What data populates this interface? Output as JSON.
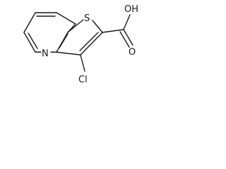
{
  "molecule": {
    "atoms": {
      "sulfur": "S",
      "nitrogen": "N",
      "chlorine": "Cl",
      "hydroxyl": "OH",
      "carbonyl_oxygen": "O"
    }
  },
  "colors": {
    "bond": "#1a1a1a",
    "label": "#1a1a1a",
    "background": "#ffffff"
  }
}
